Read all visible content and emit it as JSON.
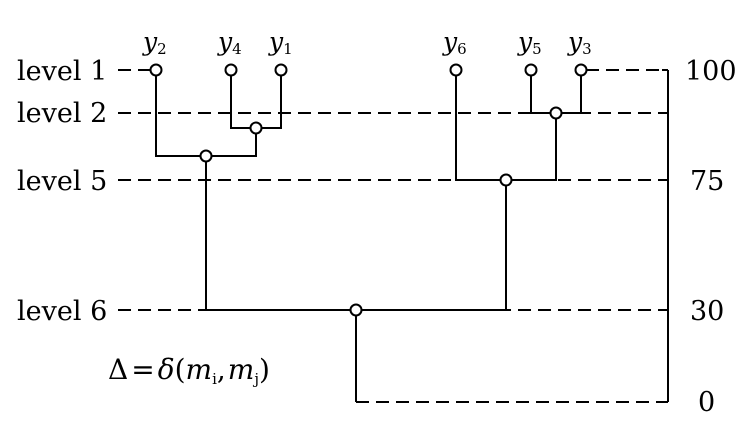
{
  "levels": [
    {
      "label": "level 1",
      "value": "100"
    },
    {
      "label": "level 2",
      "value": ""
    },
    {
      "label": "level 5",
      "value": "75"
    },
    {
      "label": "level 6",
      "value": "30"
    },
    {
      "label": "",
      "value": "0"
    }
  ],
  "leaves": [
    {
      "name": "y",
      "sub": "2"
    },
    {
      "name": "y",
      "sub": "4"
    },
    {
      "name": "y",
      "sub": "1"
    },
    {
      "name": "y",
      "sub": "6"
    },
    {
      "name": "y",
      "sub": "5"
    },
    {
      "name": "y",
      "sub": "3"
    }
  ],
  "formula": {
    "delta": "Δ",
    "eq": "=",
    "fn": "δ",
    "lparen": "(",
    "m1": "m",
    "i": "i",
    "comma": ",",
    "m2": "m",
    "j": "j",
    "rparen": ")"
  }
}
